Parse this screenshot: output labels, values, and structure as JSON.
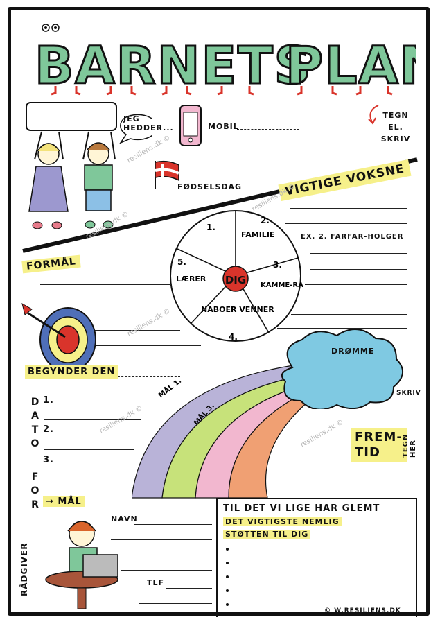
{
  "title": {
    "word1": "BARNETS",
    "word2": "PLAN"
  },
  "header": {
    "speech": "JEG HEDDER...",
    "mobil": "MOBIL",
    "tegn": [
      "TEGN",
      "EL.",
      "SKRIV"
    ]
  },
  "birthday": "FØDSELSDAG",
  "vigtige": "VIGTIGE VOKSNE",
  "example": "EX. 2. FARFAR-HOLGER",
  "formal": "FORMÅL",
  "wheel": {
    "center": "DIG",
    "segments": [
      {
        "num": "1.",
        "label": ""
      },
      {
        "num": "2.",
        "label": "FAMILIE"
      },
      {
        "num": "3.",
        "label": "KAMME-RATER"
      },
      {
        "num": "4.",
        "label": "NABOER VENNER"
      },
      {
        "num": "5.",
        "label": "LÆRER"
      }
    ]
  },
  "begynder": "BEGYNDER DEN",
  "dato": {
    "letters": [
      "D",
      "A",
      "T",
      "O",
      "F",
      "O",
      "R"
    ],
    "nums": [
      "1.",
      "2.",
      "3."
    ],
    "mal": "→ MÅL"
  },
  "road": {
    "mal1": "MÅL 1.",
    "mal3": "MÅL 3."
  },
  "drømme": "DRØMME",
  "skriv": "SKRIV",
  "fremtid": [
    "FREM-",
    "TID"
  ],
  "tegn_her": "TEGN HER",
  "glemt": {
    "title": "TIL DET VI LIGE HAR GLEMT",
    "line1": "DET VIGTIGSTE NEMLIG",
    "line2": "STØTTEN TIL DIG"
  },
  "radgiver": {
    "label": "RÅDGIVER",
    "navn": "NAVN",
    "tlf": "TLF"
  },
  "watermark": "resiliens.dk ©",
  "footer": "© W.RESILIENS.DK",
  "colors": {
    "title_green": "#7fc79a",
    "yellow": "#f6f08a",
    "cloud": "#7fc9e2",
    "red": "#d9342b",
    "lilac": "#b9b3d8",
    "lime": "#c7e27a",
    "pink": "#f2b7cf",
    "orange": "#f0a073"
  }
}
